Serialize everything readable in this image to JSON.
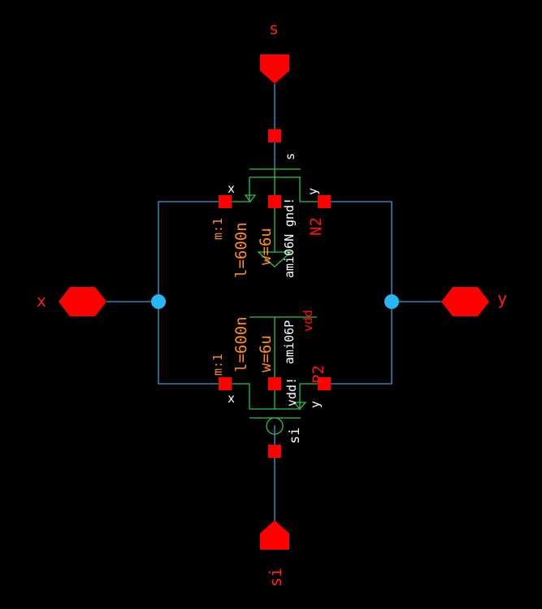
{
  "pins": {
    "s": "s",
    "si": "si",
    "x": "x",
    "y": "y"
  },
  "nmos": {
    "name": "N2",
    "model": "ami06N",
    "bulk": "gnd!",
    "m": "m:1",
    "l": "l=600n",
    "w": "w=6u",
    "term_left": "x",
    "term_right": "y",
    "gate": "s"
  },
  "pmos": {
    "name": "P2",
    "model": "ami06P",
    "bulk": "vdd!",
    "bulk2": "vdd",
    "m": "m:1",
    "l": "l=600n",
    "w": "w=6u",
    "term_left": "x",
    "term_right": "y",
    "gate": "si"
  },
  "colors": {
    "pin": "#ff0000",
    "wire": "#3d9ad8",
    "device": "#2bc34a",
    "param": "#ff8a1e"
  }
}
